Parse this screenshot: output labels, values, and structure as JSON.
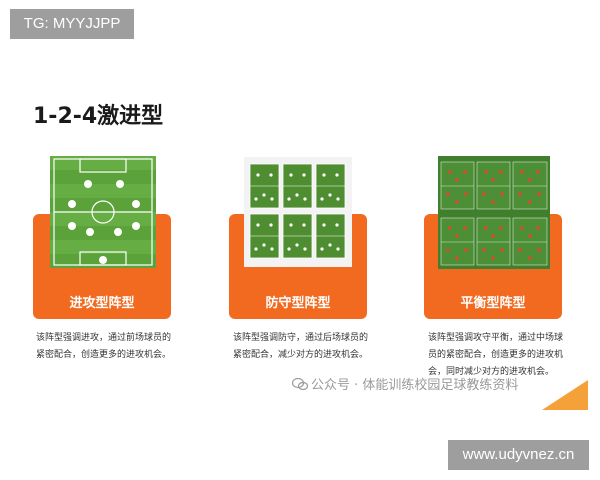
{
  "watermark_tg": "TG: MYYJJPP",
  "title": "1-2-4激进型",
  "cards": [
    {
      "label": "进攻型阵型",
      "desc": "该阵型强调进攻，通过前场球员的紧密配合，创造更多的进攻机会。"
    },
    {
      "label": "防守型阵型",
      "desc": "该阵型强调防守，通过后场球员的紧密配合，减少对方的进攻机会。"
    },
    {
      "label": "平衡型阵型",
      "desc": "该阵型强调攻守平衡，通过中场球员的紧密配合，创造更多的进攻机会，同时减少对方的进攻机会。"
    }
  ],
  "watermark_text": "公众号 · 体能训练校园足球教练资料",
  "url": "www.udyvnez.cn",
  "colors": {
    "accent": "#f16a1f",
    "pitch": "#5a9a3a",
    "corner": "#f5a13a"
  }
}
